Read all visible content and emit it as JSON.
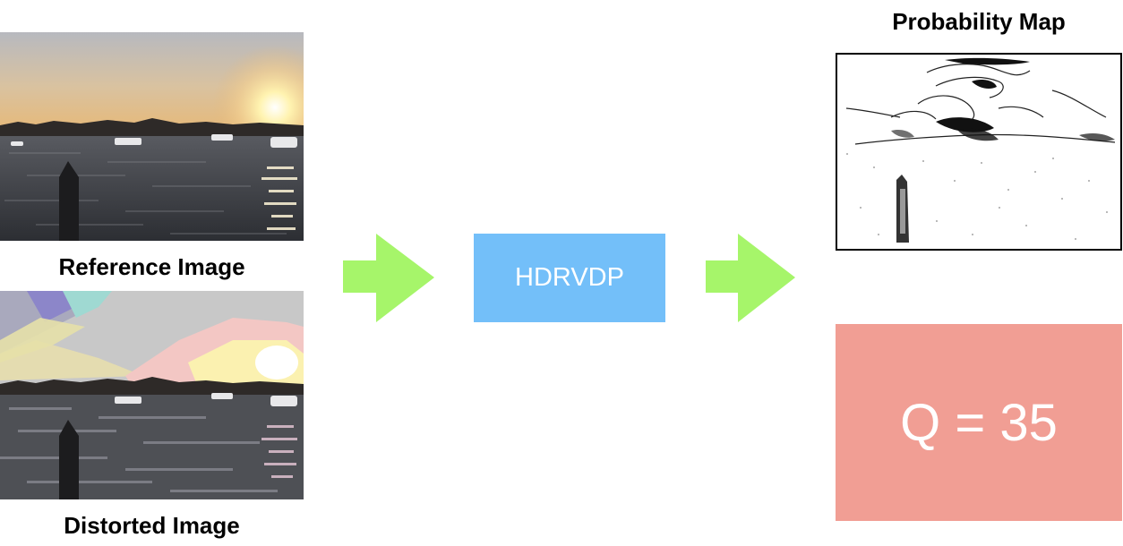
{
  "inputs": {
    "reference_label": "Reference Image",
    "distorted_label": "Distorted Image"
  },
  "process": {
    "label": "HDRVDP"
  },
  "outputs": {
    "probability_map_title": "Probability Map",
    "quality_score": "Q = 35"
  },
  "colors": {
    "arrow": "#a6f56a",
    "process_box": "#73bff9",
    "score_box": "#f19e94"
  }
}
